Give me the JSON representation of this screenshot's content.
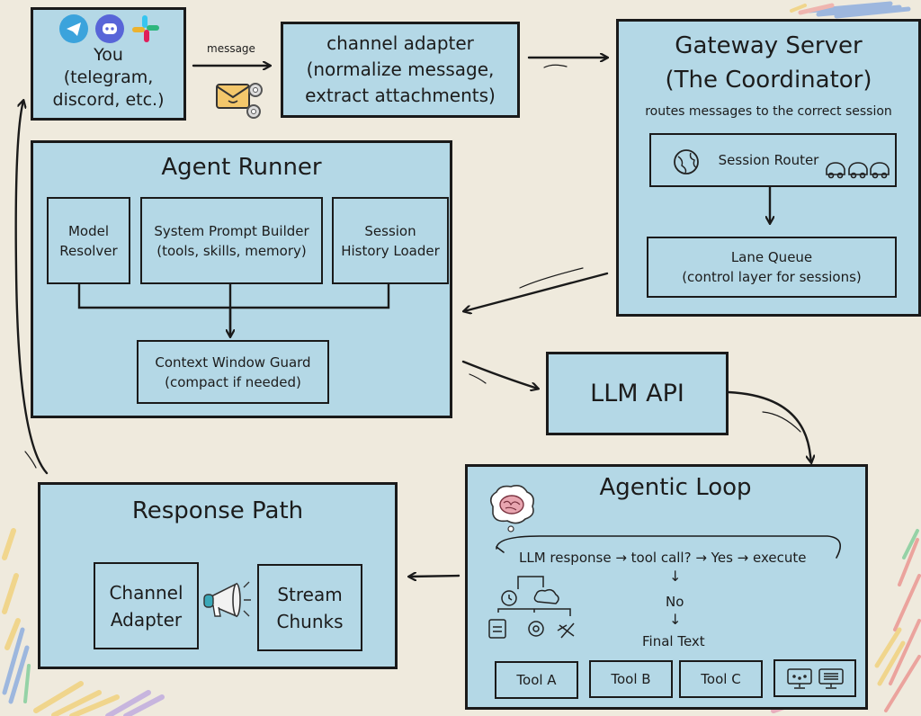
{
  "you": {
    "line1": "You",
    "line2": "(telegram,",
    "line3": "discord, etc.)",
    "icons": [
      "telegram-icon",
      "discord-icon",
      "slack-icon"
    ]
  },
  "message_arrow": {
    "label": "message"
  },
  "channel_adapter": {
    "line1": "channel adapter",
    "line2": "(normalize message,",
    "line3": "extract attachments)"
  },
  "gateway": {
    "title1": "Gateway Server",
    "title2": "(The Coordinator)",
    "subtitle": "routes messages to the correct session",
    "session_router": "Session Router",
    "lane_queue": {
      "line1": "Lane Queue",
      "line2": "(control layer for sessions)"
    }
  },
  "agent_runner": {
    "title": "Agent Runner",
    "model_resolver": {
      "line1": "Model",
      "line2": "Resolver"
    },
    "prompt_builder": {
      "line1": "System Prompt Builder",
      "line2": "(tools, skills, memory)"
    },
    "history_loader": {
      "line1": "Session",
      "line2": "History Loader"
    },
    "context_guard": {
      "line1": "Context Window Guard",
      "line2": "(compact if needed)"
    }
  },
  "llm_api": {
    "label": "LLM API"
  },
  "agentic_loop": {
    "title": "Agentic Loop",
    "flow": "LLM response → tool call? → Yes → execute",
    "no_label": "No",
    "final_text": "Final Text",
    "down_arrow": "↓",
    "tools": [
      "Tool A",
      "Tool B",
      "Tool C"
    ]
  },
  "response_path": {
    "title": "Response Path",
    "channel_adapter": {
      "line1": "Channel",
      "line2": "Adapter"
    },
    "stream_chunks": {
      "line1": "Stream",
      "line2": "Chunks"
    }
  },
  "colors": {
    "background": "#efeadd",
    "box_fill": "#b4d8e6",
    "stroke": "#1a1a1a"
  }
}
